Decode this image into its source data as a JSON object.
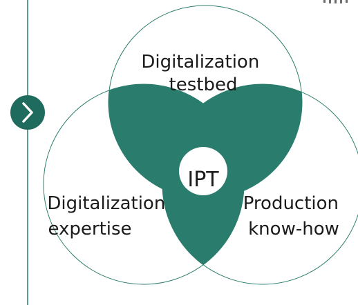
{
  "diagram": {
    "type": "venn",
    "sets": [
      {
        "id": "top",
        "lines": [
          "Digitalization",
          "testbed"
        ]
      },
      {
        "id": "left",
        "lines": [
          "Digitalization",
          "expertise"
        ]
      },
      {
        "id": "right",
        "lines": [
          "Production",
          "know-how"
        ]
      }
    ],
    "center_label": "IPT",
    "colors": {
      "accent": "#2a7d6d",
      "circle_stroke": "#2a7d6d",
      "timeline_line": "#2a7d6d",
      "nav_button_fill": "#1f6b5d",
      "nav_button_icon": "#ffffff"
    },
    "icons": {
      "nav_button": "chevron-right-icon"
    }
  }
}
